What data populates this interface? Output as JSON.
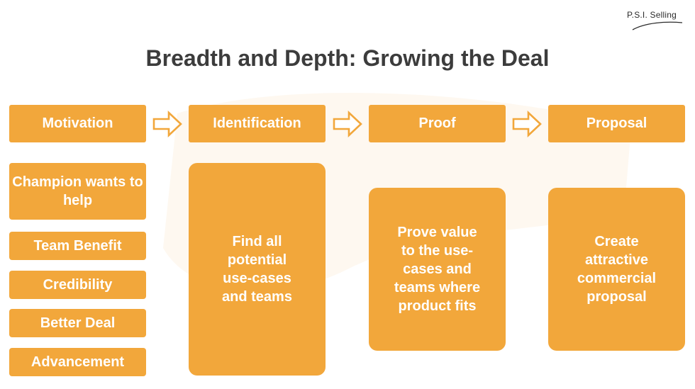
{
  "brand": {
    "logo_text": "P.S.I. Selling"
  },
  "title": "Breadth and Depth: Growing the Deal",
  "stages": [
    {
      "label": "Motivation"
    },
    {
      "label": "Identification"
    },
    {
      "label": "Proof"
    },
    {
      "label": "Proposal"
    }
  ],
  "motivation_items": [
    {
      "label": "Champion wants to help"
    },
    {
      "label": "Team Benefit"
    },
    {
      "label": "Credibility"
    },
    {
      "label": "Better Deal"
    },
    {
      "label": "Advancement"
    }
  ],
  "details": {
    "identification": "Find all potential use-cases and teams",
    "proof": "Prove value to the use-cases and teams where product fits",
    "proposal": "Create attractive commercial proposal"
  },
  "colors": {
    "box_fill": "#f2a73b",
    "box_text": "#ffffff",
    "title_text": "#3c3c3c",
    "arrow_stroke": "#f2a73b"
  },
  "icons": {
    "flow_arrow": "right-arrow-outline-icon"
  }
}
